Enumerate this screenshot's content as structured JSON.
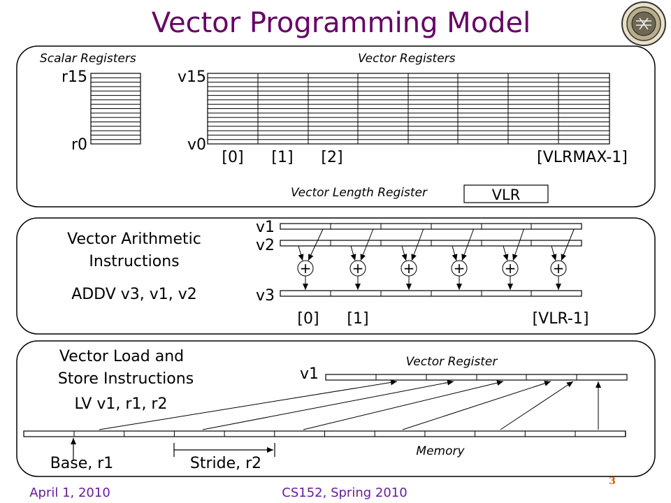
{
  "title": "Vector Programming Model",
  "colors": {
    "title": "#660066",
    "footer": "#6a1b9a",
    "page_number": "#cc6600",
    "panel_border": "#000000"
  },
  "logo": {
    "icon": "university-seal-icon"
  },
  "scalar_panel": {
    "scalar_heading": "Scalar Registers",
    "vector_heading": "Vector Registers",
    "scalar_top": "r15",
    "scalar_bottom": "r0",
    "vector_top": "v15",
    "vector_bottom": "v0",
    "index_labels": [
      "[0]",
      "[1]",
      "[2]",
      "[VLRMAX-1]"
    ],
    "vlr_caption": "Vector Length Register",
    "vlr_box": "VLR"
  },
  "arith_panel": {
    "heading_line1": "Vector Arithmetic",
    "heading_line2": "Instructions",
    "instruction": "ADDV v3, v1, v2",
    "v1": "v1",
    "v2": "v2",
    "v3": "v3",
    "op": "+",
    "index_labels": [
      "[0]",
      "[1]",
      "[VLR-1]"
    ]
  },
  "loadstore_panel": {
    "heading_line1": "Vector Load and",
    "heading_line2": "Store Instructions",
    "instruction": "LV v1, r1, r2",
    "v1": "v1",
    "vector_register_caption": "Vector Register",
    "memory_caption": "Memory",
    "base_label": "Base, r1",
    "stride_label": "Stride, r2"
  },
  "footer": {
    "date": "April 1, 2010",
    "course": "CS152, Spring 2010",
    "page": "3"
  }
}
